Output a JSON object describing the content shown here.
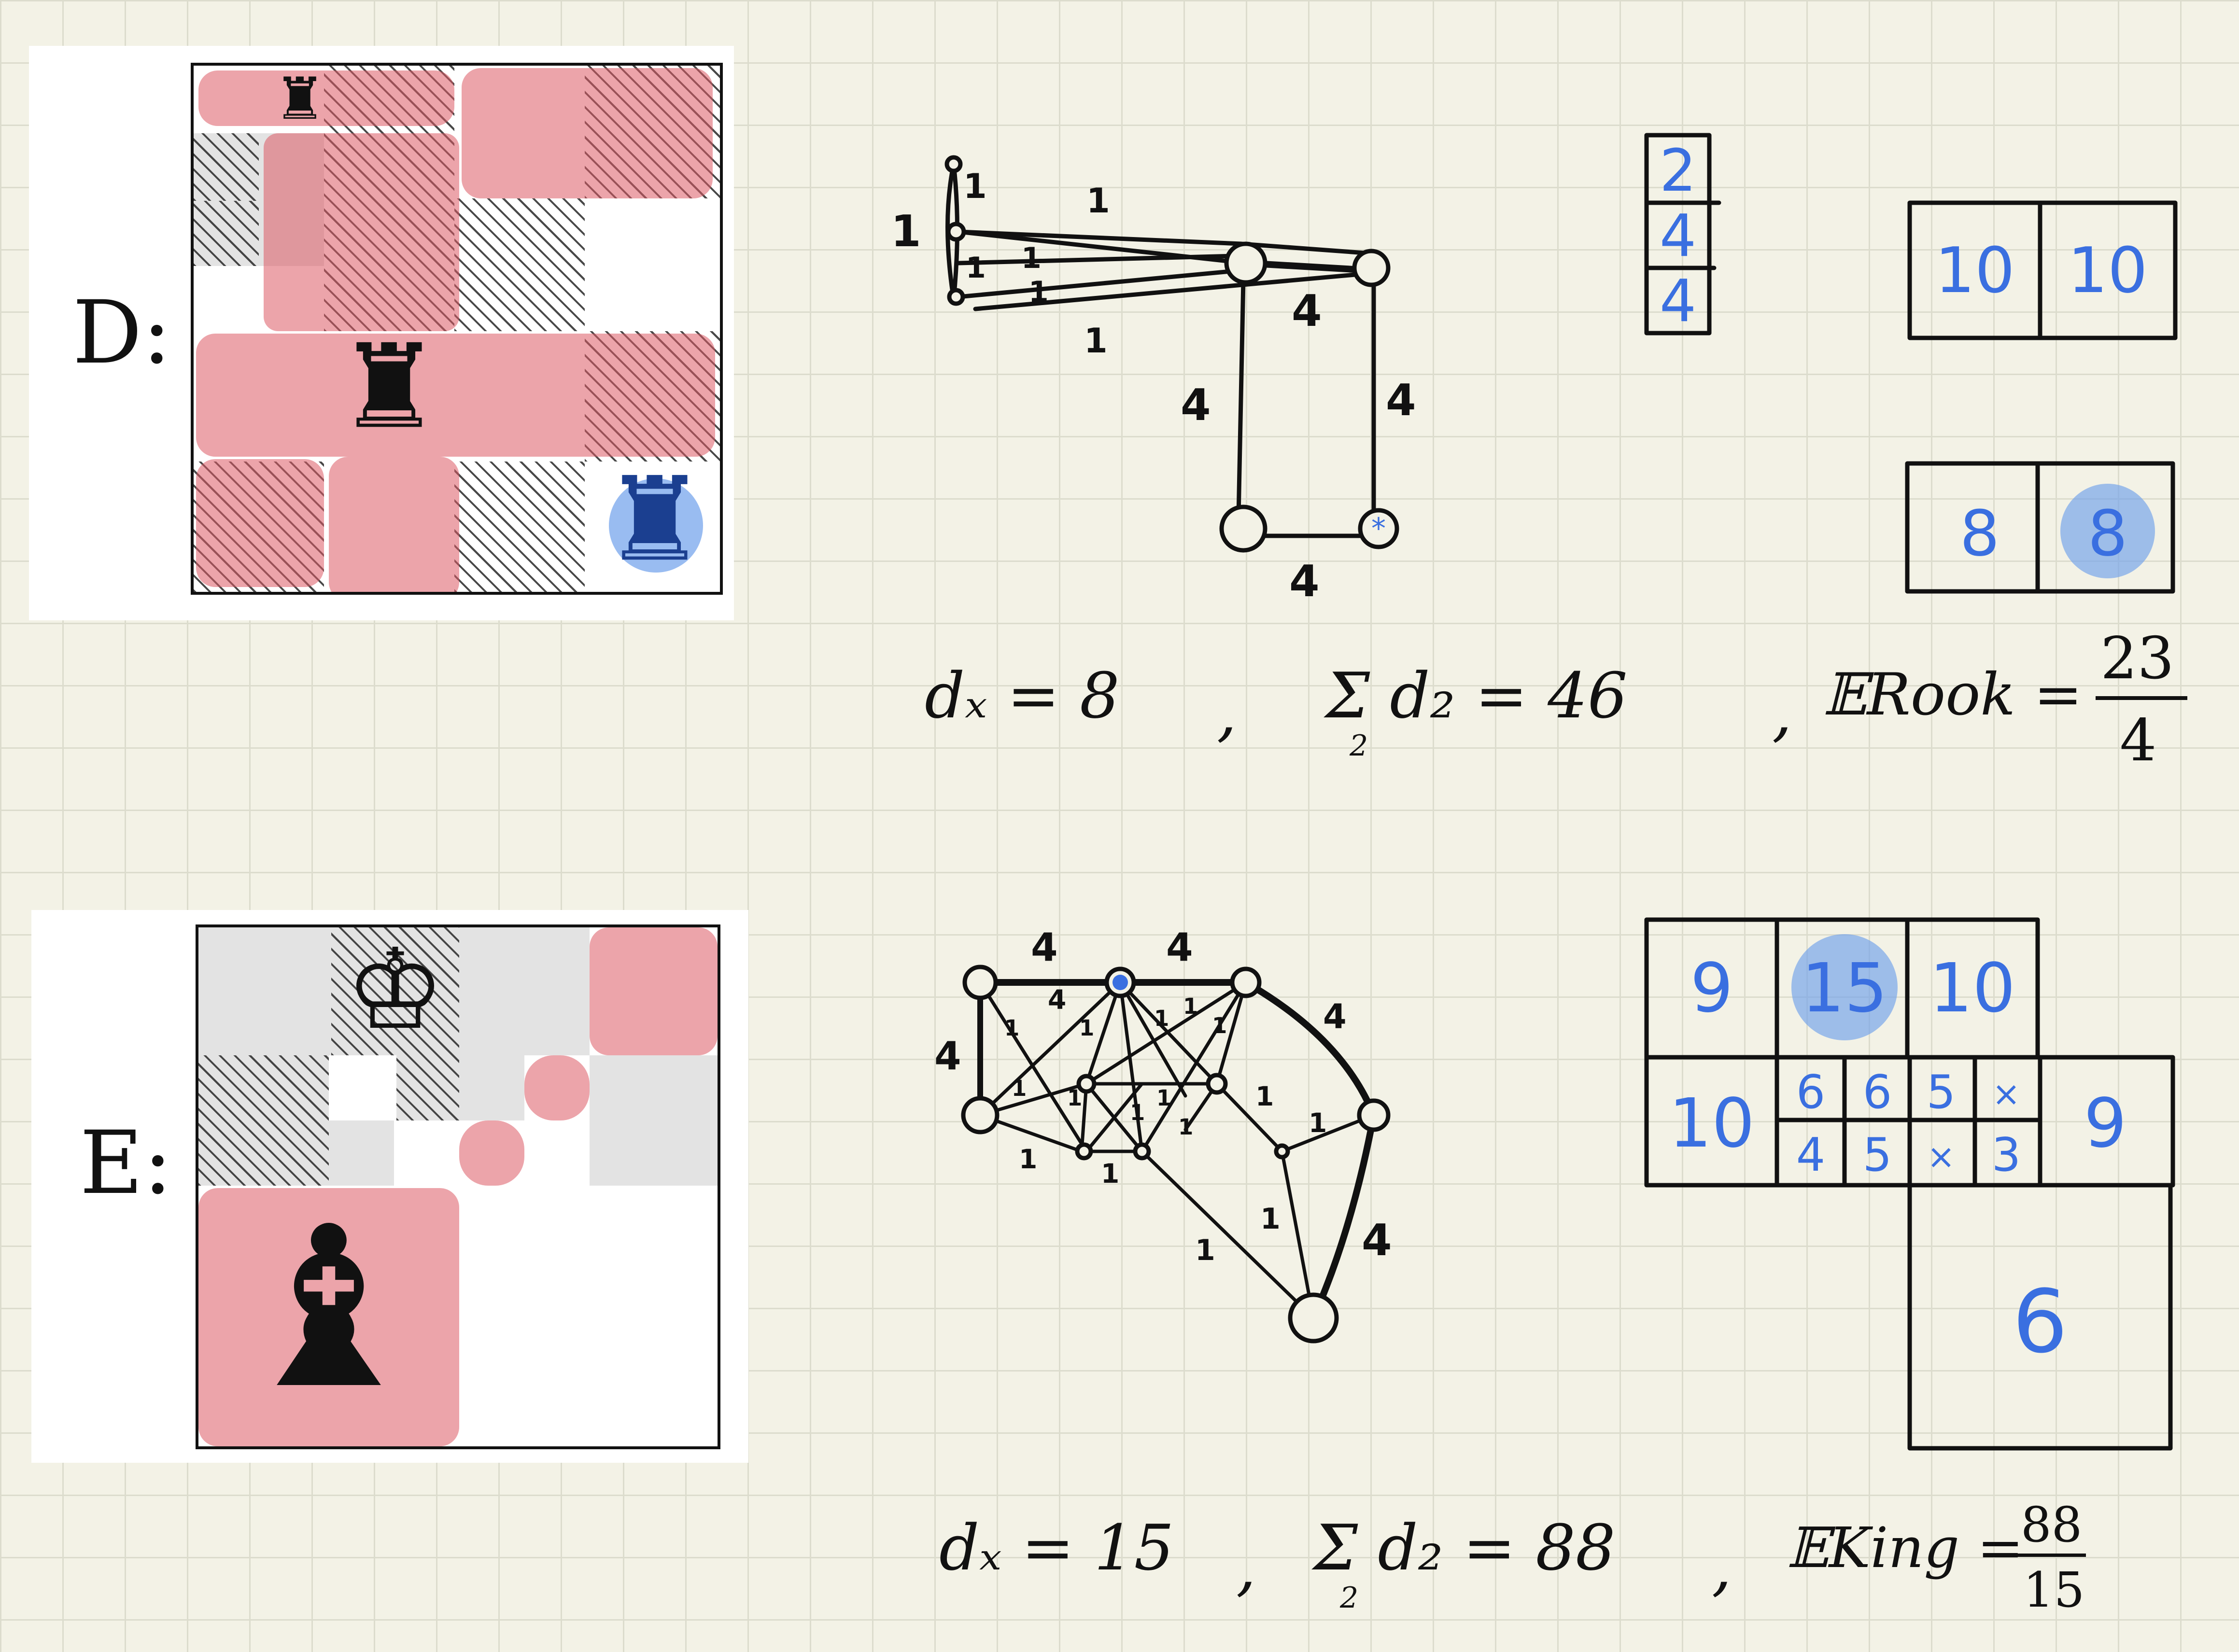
{
  "panel_d": {
    "label": "D:",
    "pieces": [
      "♜",
      "♜",
      "♜"
    ],
    "graph_weights": [
      "1",
      "1",
      "1",
      "1",
      "1",
      "1",
      "1",
      "4",
      "4",
      "4",
      "4"
    ],
    "column_numbers": [
      "2",
      "4",
      "4"
    ],
    "grid_top": [
      "10",
      "10"
    ],
    "grid_bottom": [
      "8",
      "8"
    ],
    "eq_dx": "dₓ = 8",
    "eq_sum": "Σ d₂ = 46",
    "eq_sum_sub": "2",
    "eq_e_label": "𝔼Rook =",
    "eq_e_num": "23",
    "eq_e_den": "4",
    "comma": ","
  },
  "panel_e": {
    "label": "E:",
    "pieces": [
      "♔",
      "♝"
    ],
    "graph_weights": [
      "4",
      "4",
      "4",
      "4",
      "4",
      "4",
      "1",
      "1",
      "1",
      "1",
      "1",
      "1",
      "1",
      "1",
      "1",
      "1",
      "1",
      "1",
      "1",
      "1",
      "1",
      "1"
    ],
    "grid_row1": [
      "9",
      "15",
      "10"
    ],
    "grid_row2_left": "10",
    "grid_row2_right": "9",
    "grid_small_top": [
      "6",
      "6",
      "5",
      "×"
    ],
    "grid_small_bottom": [
      "4",
      "5",
      "×",
      "3"
    ],
    "grid_big": "6",
    "eq_dx": "dₓ = 15",
    "eq_sum": "Σ d₂ = 88",
    "eq_sum_sub": "2",
    "eq_e_label": "𝔼King =",
    "eq_e_num": "88",
    "eq_e_den": "15",
    "comma": ","
  },
  "colors": {
    "paper": "#f3f2e6",
    "threat": "#dc5a64",
    "blue": "#3a6fe0"
  }
}
